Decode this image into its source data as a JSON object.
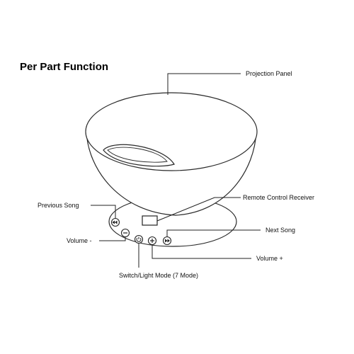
{
  "title": "Per Part Function",
  "labels": {
    "projection_panel": "Projection Panel",
    "previous_song": "Previous Song",
    "remote_receiver": "Remote Control Receiver",
    "next_song": "Next Song",
    "volume_minus": "Volume -",
    "volume_plus": "Volume +",
    "switch_light": "Switch/Light Mode (7 Mode)"
  },
  "icons": [
    "previous-icon",
    "minus-icon",
    "power-icon",
    "plus-icon",
    "next-icon"
  ]
}
